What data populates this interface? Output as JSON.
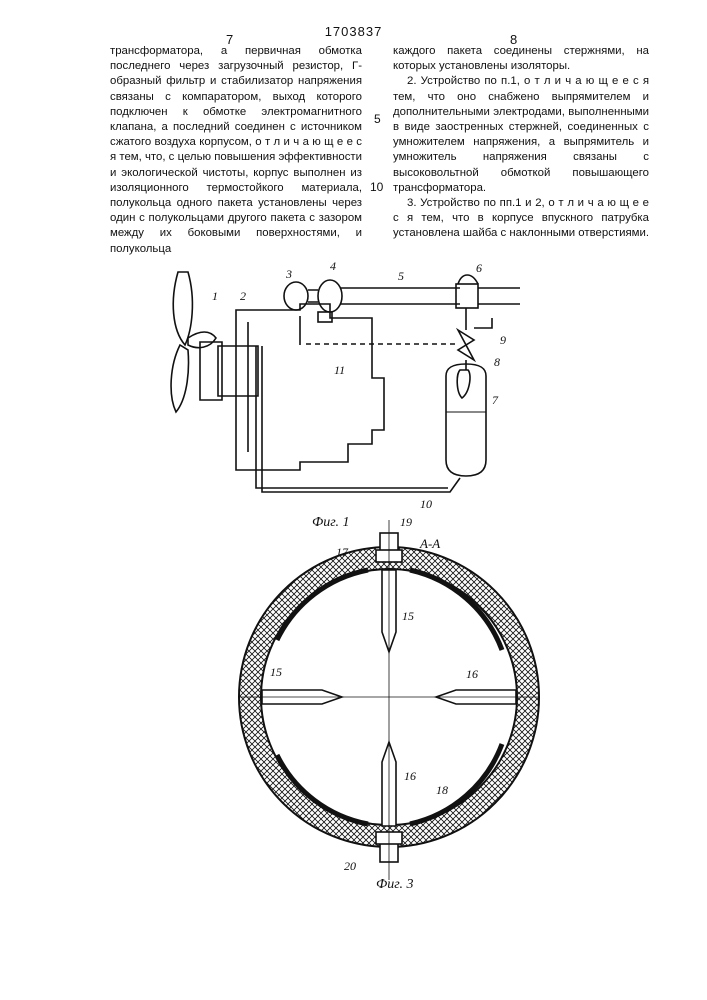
{
  "header": {
    "left_page": "7",
    "doc_number": "1703837",
    "right_page": "8"
  },
  "left_column": [
    "трансформатора, а первичная обмотка последнего через загрузочный резистор, Г-образный фильтр и стабилизатор напряжения связаны с компаратором, выход которого подключен к обмотке электромагнитного клапана, а последний соединен с источником сжатого воздуха корпусом, о т л и ч а ю щ е е с я тем, что, с целью повышения эффективности и экологической чистоты, корпус выполнен из изоляционного термостойкого материала, полукольца одного пакета установлены через один с полукольцами другого пакета с зазором между их боковыми поверхностями, и полукольца"
  ],
  "right_column": [
    "каждого пакета соединены стержнями, на которых установлены изоляторы.",
    "2. Устройство по п.1, о т л и ч а ю щ е е с я тем, что оно снабжено выпрямителем и дополнительными электродами, выполненными в виде заостренных стержней, соединенных с умножителем напряжения, а выпрямитель и умножитель напряжения связаны с высоковольтной обмоткой повышающего трансформатора.",
    "3. Устройство по пп.1 и 2, о т л и ч а ю щ е е с я тем, что в корпусе впускного патрубка установлена шайба с наклонными отверстиями."
  ],
  "line_numbers": [
    "5",
    "10"
  ],
  "figure1": {
    "caption": "Фиг. 1",
    "labels": [
      "1",
      "2",
      "3",
      "4",
      "5",
      "6",
      "7",
      "8",
      "9",
      "10",
      "11"
    ]
  },
  "figure3": {
    "caption": "Фиг. 3",
    "section": "А-А",
    "labels": [
      "15",
      "15",
      "16",
      "16",
      "17",
      "18",
      "19",
      "20"
    ]
  }
}
